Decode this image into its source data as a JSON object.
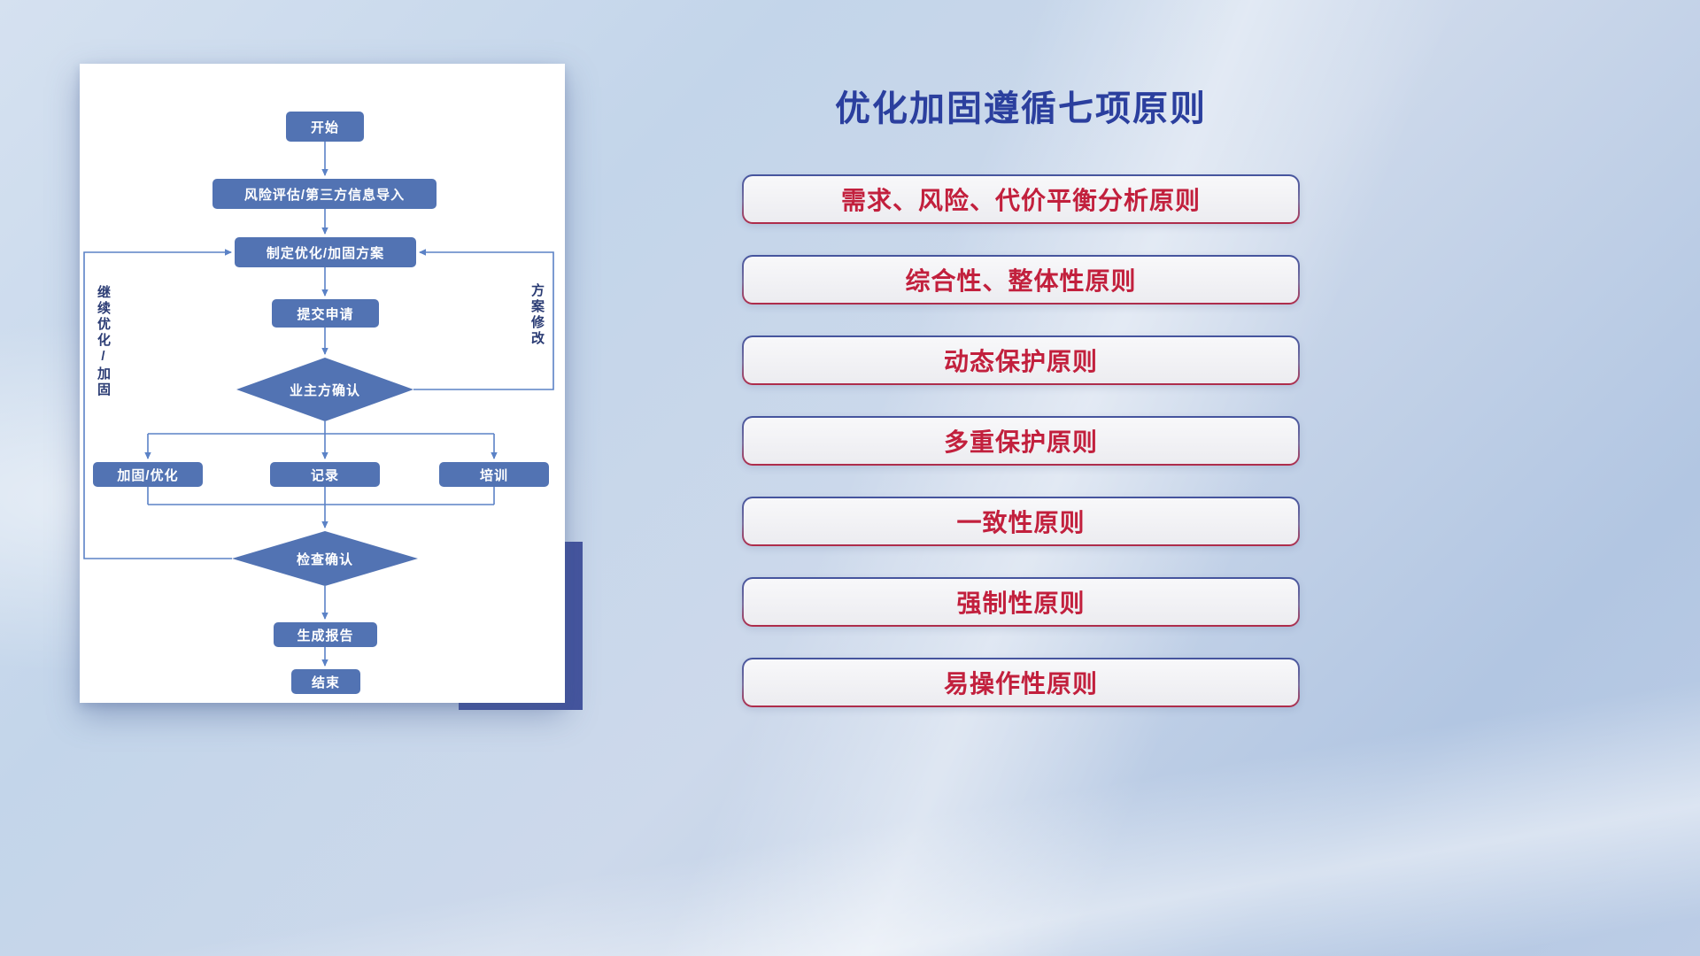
{
  "theme": {
    "node-fill": "#5273b3",
    "node-text": "#ffffff",
    "line-color": "#5b82c6",
    "edge-label-color": "#2b3c74",
    "title-color": "#2b3f9e",
    "principle-color": "#c2203d",
    "accent-rect": "#44549e"
  },
  "flowchart": {
    "nodes": {
      "start": "开始",
      "risk_import": "风险评估/第三方信息导入",
      "make_plan": "制定优化/加固方案",
      "submit": "提交申请",
      "owner_confirm": "业主方确认",
      "harden": "加固/优化",
      "record": "记录",
      "training": "培训",
      "check_confirm": "检查确认",
      "report": "生成报告",
      "end": "结束"
    },
    "edge_labels": {
      "continue": "继续优化/加固",
      "modify": "方案修改"
    }
  },
  "panel": {
    "title": "优化加固遵循七项原则",
    "principles": [
      "需求、风险、代价平衡分析原则",
      "综合性、整体性原则",
      "动态保护原则",
      "多重保护原则",
      "一致性原则",
      "强制性原则",
      "易操作性原则"
    ]
  }
}
